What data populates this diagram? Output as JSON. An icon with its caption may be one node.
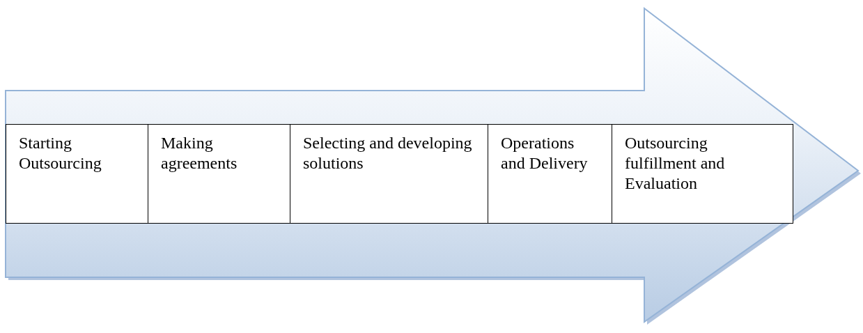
{
  "diagram": {
    "nodes": [
      {
        "text": [
          "Starting Outsourcing"
        ]
      },
      {
        "text": [
          "Making agreements"
        ]
      },
      {
        "text": [
          "Selecting and developing solutions"
        ]
      },
      {
        "text": [
          "Operations and Delivery"
        ]
      },
      {
        "text": [
          "Outsourcing fulfillment and Evaluation"
        ]
      }
    ]
  }
}
